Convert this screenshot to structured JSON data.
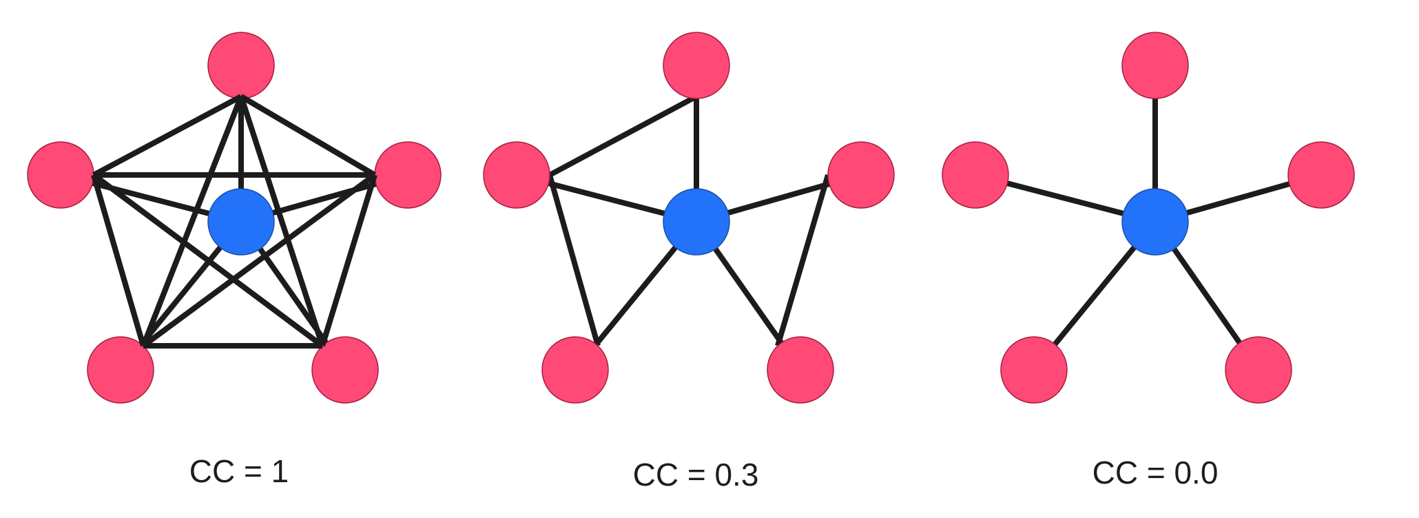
{
  "colors": {
    "outer_node": "#FF4976",
    "center_node": "#2372FA",
    "edge": "#1C1C1C",
    "caption": "#1D1D1D"
  },
  "panels": [
    {
      "caption": "CC = 1",
      "edges": [
        [
          0,
          1
        ],
        [
          0,
          2
        ],
        [
          0,
          3
        ],
        [
          0,
          4
        ],
        [
          0,
          5
        ],
        [
          1,
          2
        ],
        [
          1,
          3
        ],
        [
          1,
          4
        ],
        [
          1,
          5
        ],
        [
          2,
          3
        ],
        [
          2,
          4
        ],
        [
          2,
          5
        ],
        [
          3,
          4
        ],
        [
          3,
          5
        ],
        [
          4,
          5
        ]
      ]
    },
    {
      "caption": "CC = 0.3",
      "edges": [
        [
          0,
          1
        ],
        [
          0,
          2
        ],
        [
          0,
          3
        ],
        [
          0,
          4
        ],
        [
          0,
          5
        ],
        [
          1,
          2
        ],
        [
          2,
          4
        ],
        [
          3,
          5
        ]
      ]
    },
    {
      "caption": "CC = 0.0",
      "edges": [
        [
          0,
          1
        ],
        [
          0,
          2
        ],
        [
          0,
          3
        ],
        [
          0,
          4
        ],
        [
          0,
          5
        ]
      ]
    }
  ]
}
